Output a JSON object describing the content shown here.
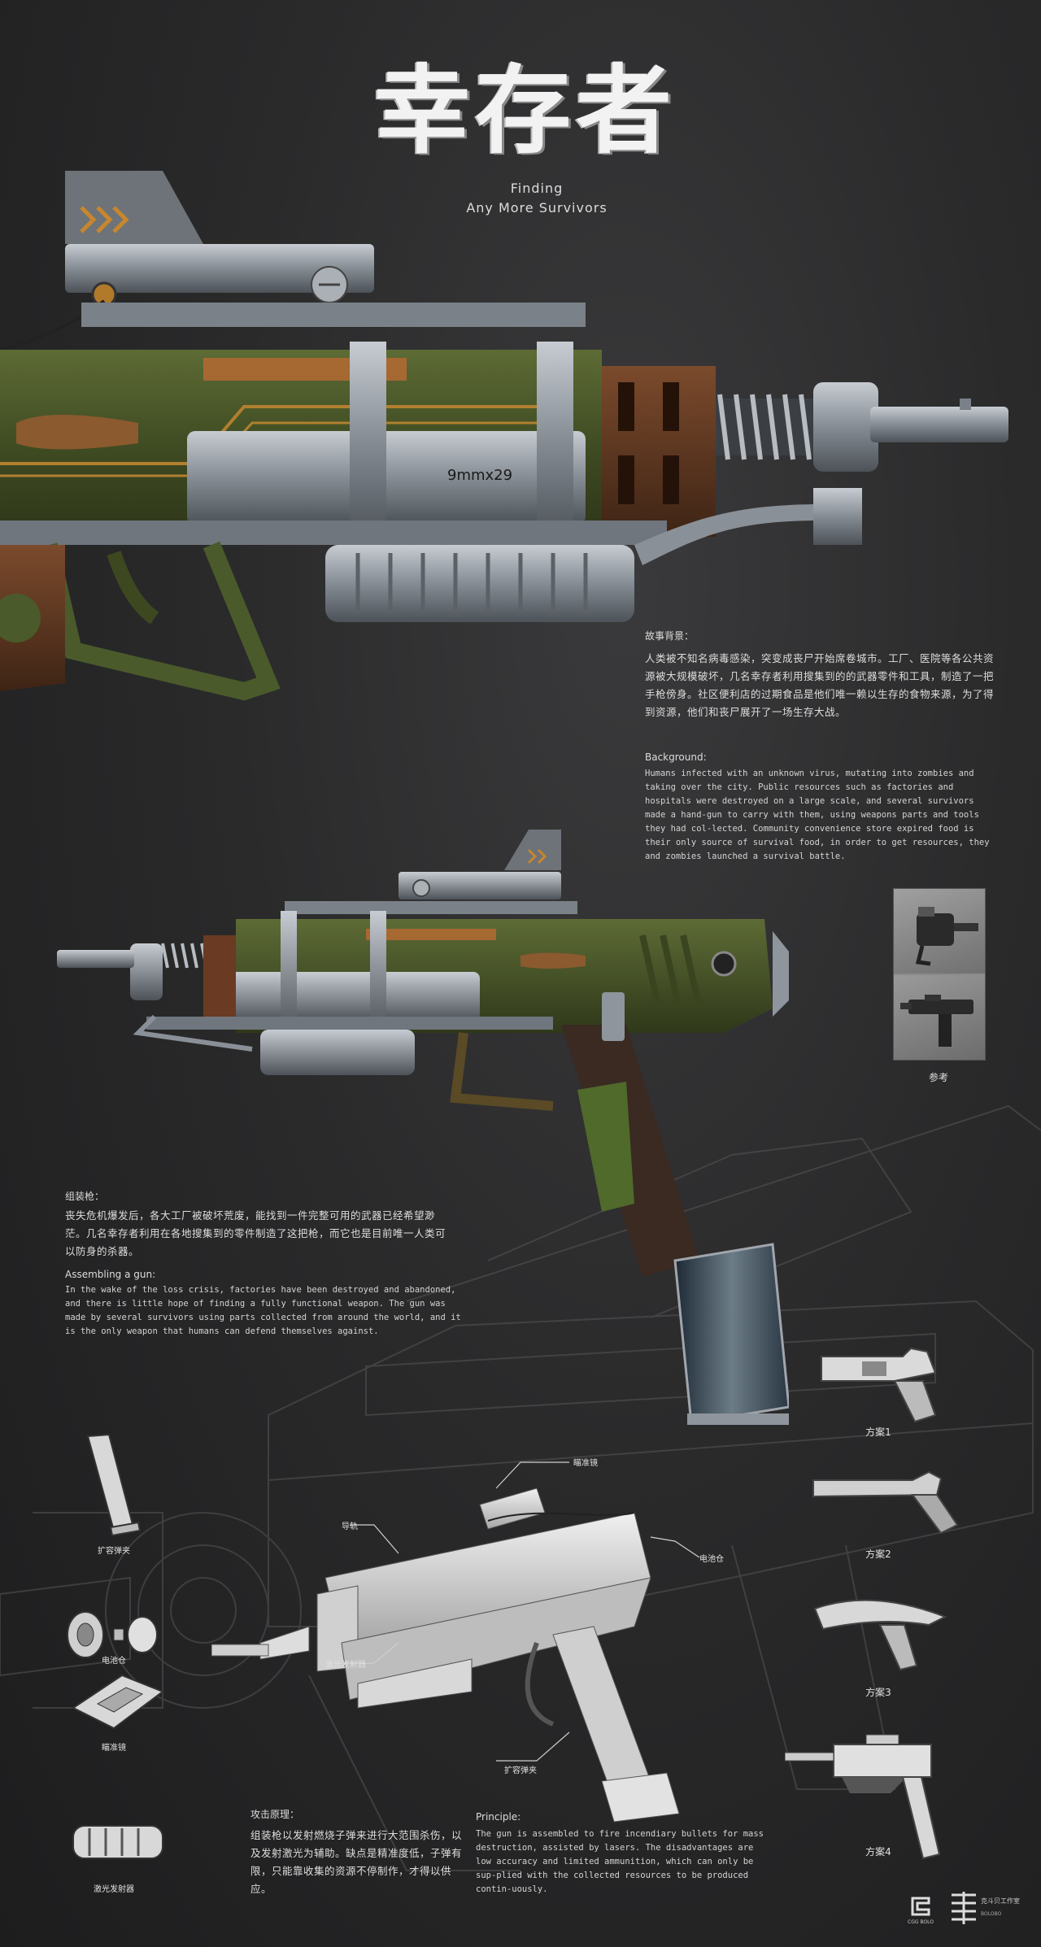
{
  "title": {
    "cn": "幸存者",
    "en_line1": "Finding",
    "en_line2": "Any More Survivors"
  },
  "gun_marking": "9mmx29",
  "background_story": {
    "heading_cn": "故事背景：",
    "text_cn": "人类被不知名病毒感染，突变成丧尸开始席卷城市。工厂、医院等各公共资源被大规模破坏，几名幸存者利用搜集到的的武器零件和工具，制造了一把手枪傍身。社区便利店的过期食品是他们唯一赖以生存的食物来源，为了得到资源，他们和丧尸展开了一场生存大战。",
    "heading_en": "Background:",
    "text_en": " Humans infected with an unknown virus, mutating into zombies and taking over the city. Public resources such as factories and hospitals were destroyed on a large scale, and several survivors made a hand-gun to carry with them, using weapons parts and tools they had col-lected. Community convenience store expired food is their only source of survival food, in order to get resources, they and zombies launched a survival battle."
  },
  "reference": {
    "label": "参考"
  },
  "assembling": {
    "heading_cn": "组装枪：",
    "text_cn": "丧失危机爆发后，各大工厂被破坏荒废，能找到一件完整可用的武器已经希望渺茫。几名幸存者利用在各地搜集到的零件制造了这把枪，而它也是目前唯一人类可以防身的杀器。",
    "heading_en": "Assembling a gun:",
    "text_en": "In the wake of the loss crisis, factories have been destroyed and abandoned, and there is little hope of finding a fully functional weapon. The gun was made by several survivors using parts collected from around the world, and it is the only weapon that humans can defend themselves against."
  },
  "parts": {
    "magazine": "扩容弹夹",
    "battery": "电池仓",
    "scope": "瞄准镜",
    "laser": "激光发射器"
  },
  "callouts": {
    "scope": "瞄准镜",
    "rail": "导轨",
    "battery": "电池仓",
    "laser": "激光发射器",
    "magazine": "扩容弹夹"
  },
  "schemes": [
    "方案1",
    "方案2",
    "方案3",
    "方案4"
  ],
  "principle": {
    "heading_cn": "攻击原理：",
    "text_cn": "组装枪以发射燃烧子弹来进行大范围杀伤，以及发射激光为辅助。缺点是精准度低，子弹有限，只能靠收集的资源不停制作，才得以供应。",
    "heading_en": "Principle:",
    "text_en": "The gun is assembled to fire incendiary bullets for mass destruction, assisted by lasers. The disadvantages are low accuracy and limited ammunition, which can only be sup-plied with the collected resources to be produced contin-uously."
  },
  "logos": {
    "left": "CGG BOLO",
    "right_cn": "克斗贝工作室",
    "right_en": "BOLOBO"
  },
  "colors": {
    "background": "#2a2a2b",
    "gun_green": "#4a5a2a",
    "metal": "#8e959c",
    "rust": "#6a3a22",
    "accent_orange": "#c8862e"
  }
}
